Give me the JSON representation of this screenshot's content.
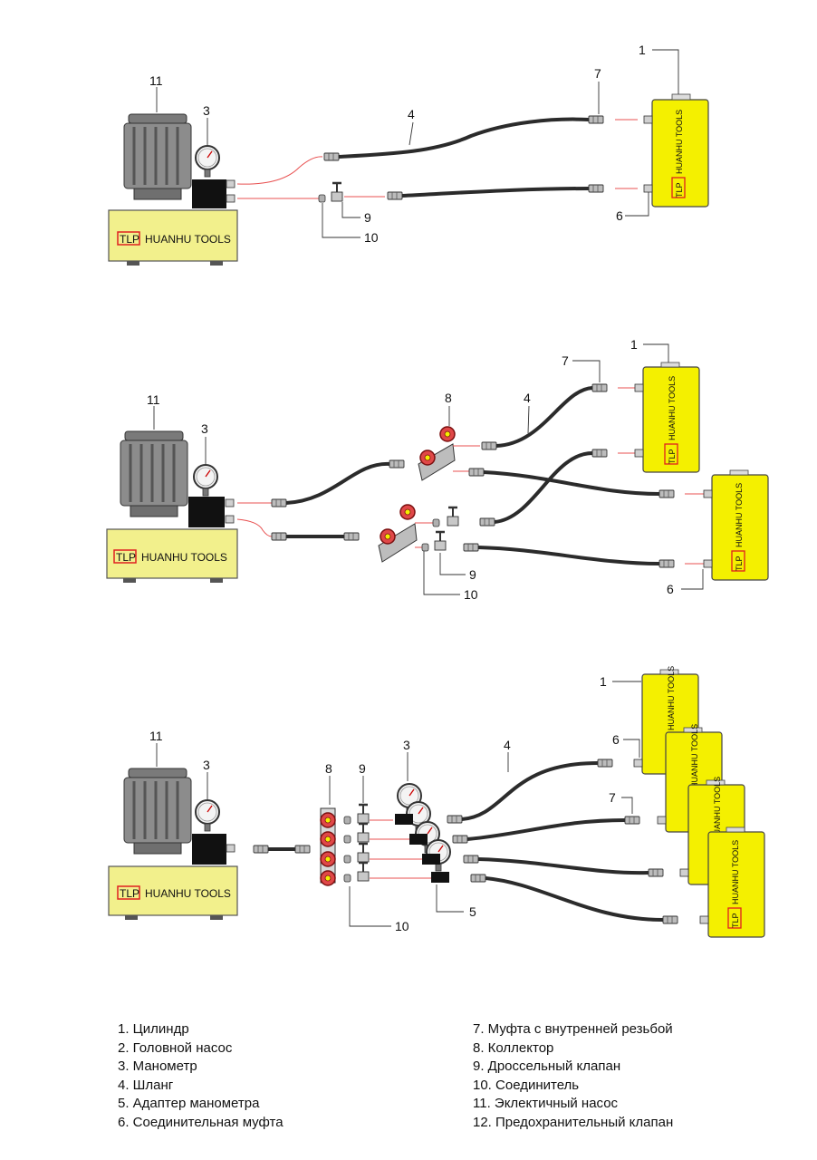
{
  "brand": {
    "badge": "TLP",
    "name": "HUANHU TOOLS"
  },
  "callouts": [
    "1",
    "3",
    "4",
    "5",
    "6",
    "7",
    "8",
    "9",
    "10",
    "11"
  ],
  "legend_left": [
    "1. Цилиндр",
    "2. Головной насос",
    "3. Манометр",
    "4. Шланг",
    "5. Адаптер манометра",
    "6. Соединительная муфта"
  ],
  "legend_right": [
    "7. Муфта с внутренней резьбой",
    "8. Коллектор",
    "9. Дроссельный клапан",
    "10. Соединитель",
    "11. Эклектичный насос",
    "12. Предохранительный клапан"
  ],
  "colors": {
    "yellow": "#f4f000",
    "pump_yellow": "#f2f08c",
    "motor_grey": "#8c8c8c",
    "hose": "#2b2b2b",
    "red_line": "#e85050"
  }
}
